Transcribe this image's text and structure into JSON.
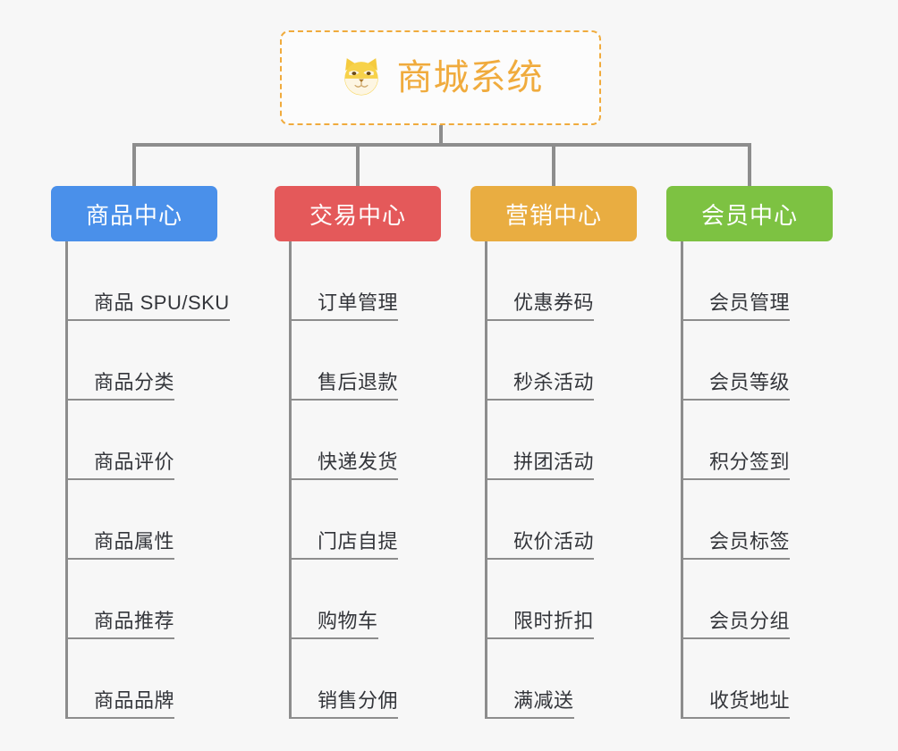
{
  "canvas": {
    "background": "#f7f7f7",
    "connector_color": "#8d8d8d"
  },
  "root": {
    "label": "商城系统",
    "icon": "shiba-dog-face-icon",
    "accent": "#f0ab3d",
    "border_style": "dashed"
  },
  "branches": [
    {
      "title": "商品中心",
      "color": "#4a90ea",
      "items": [
        "商品 SPU/SKU",
        "商品分类",
        "商品评价",
        "商品属性",
        "商品推荐",
        "商品品牌"
      ]
    },
    {
      "title": "交易中心",
      "color": "#e4595a",
      "items": [
        "订单管理",
        "售后退款",
        "快递发货",
        "门店自提",
        "购物车",
        "销售分佣"
      ]
    },
    {
      "title": "营销中心",
      "color": "#e9ad41",
      "items": [
        "优惠券码",
        "秒杀活动",
        "拼团活动",
        "砍价活动",
        "限时折扣",
        "满减送"
      ]
    },
    {
      "title": "会员中心",
      "color": "#7dc242",
      "items": [
        "会员管理",
        "会员等级",
        "积分签到",
        "会员标签",
        "会员分组",
        "收货地址"
      ]
    }
  ]
}
